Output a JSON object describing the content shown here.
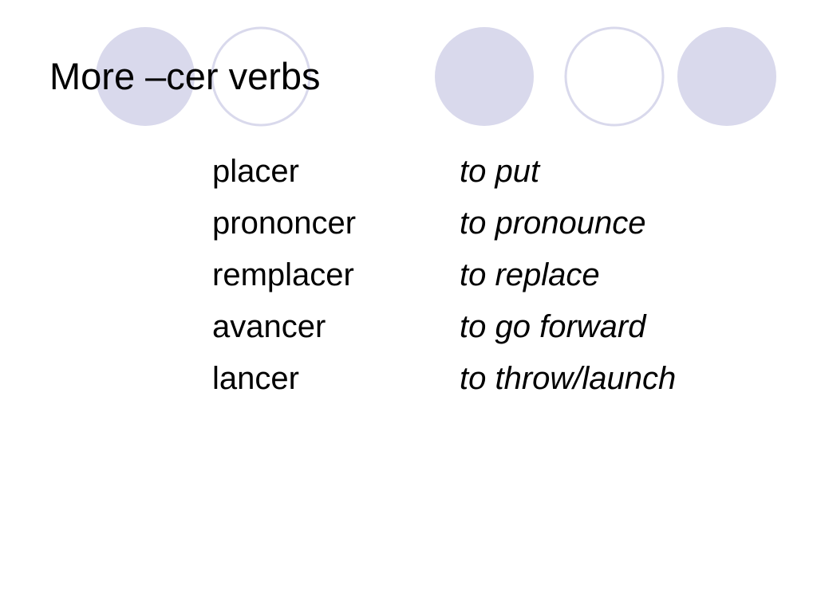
{
  "slide": {
    "title": "More –cer verbs",
    "accent_color": "#d9d9ec",
    "verbs": [
      {
        "french": "placer",
        "english": "to put"
      },
      {
        "french": "prononcer",
        "english": "to pronounce"
      },
      {
        "french": "remplacer",
        "english": "to replace"
      },
      {
        "french": "avancer",
        "english": "to go forward"
      },
      {
        "french": "lancer",
        "english": "to throw/launch"
      }
    ]
  }
}
